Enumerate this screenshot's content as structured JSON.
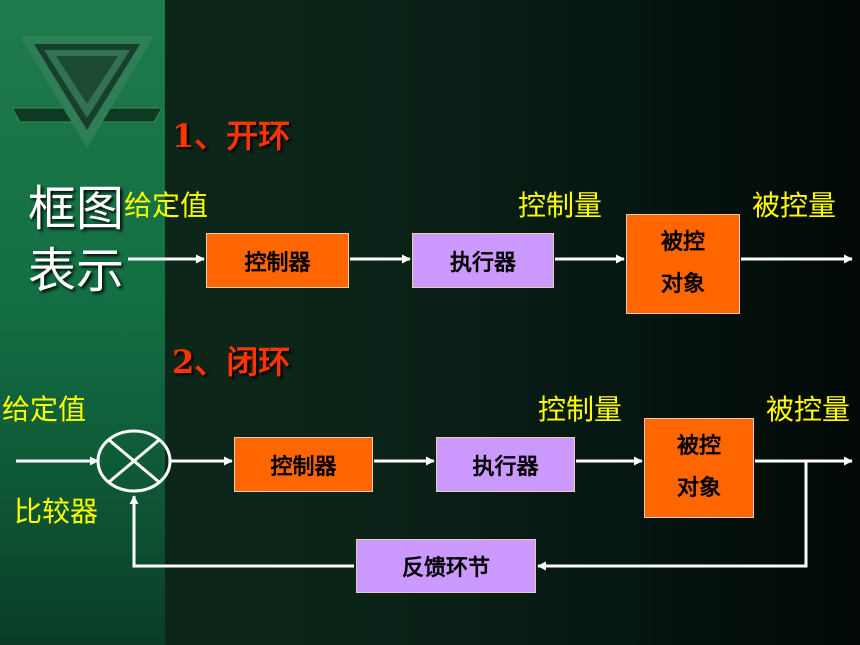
{
  "title_block": {
    "line1": "框图",
    "line2": "表示"
  },
  "open_loop": {
    "heading": "1、开环",
    "input_label": "给定值",
    "controller": "控制器",
    "actuator": "执行器",
    "plant": [
      "被控",
      "对象"
    ],
    "control_quantity": "控制量",
    "output_label": "被控量"
  },
  "closed_loop": {
    "heading": "2、闭环",
    "input_label": "给定值",
    "comparator_label": "比较器",
    "controller": "控制器",
    "actuator": "执行器",
    "plant": [
      "被控",
      "对象"
    ],
    "control_quantity": "控制量",
    "output_label": "被控量",
    "feedback": "反馈环节"
  },
  "colors": {
    "controller_box": "#ff6600",
    "actuator_box": "#cc99ff",
    "label_text": "#ffff00",
    "heading_text": "#ff3300"
  }
}
